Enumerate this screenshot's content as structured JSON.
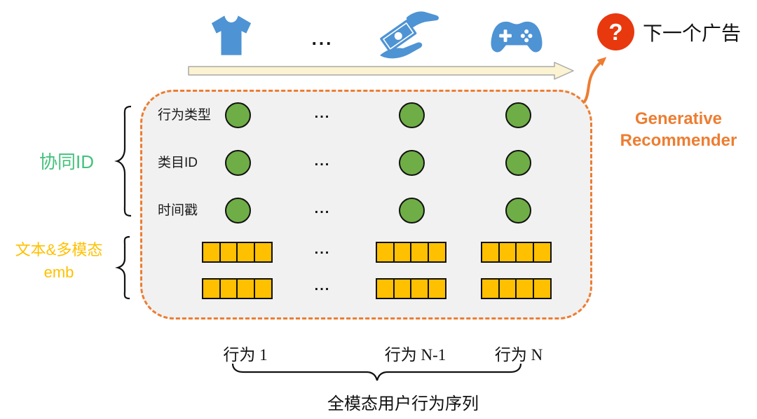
{
  "colors": {
    "icon_blue": "#4E93D4",
    "accent_orange": "#ED7D31",
    "circle_green": "#6FAE46",
    "collab_green": "#45C17C",
    "emb_gold": "#FFC000",
    "badge_red": "#E8380D",
    "timeline_arrow_fill": "#FBF3D1",
    "timeline_arrow_stroke": "#A9A9A9",
    "box_background": "#F1F1F1"
  },
  "top_row": {
    "icons": [
      "tshirt-icon",
      "payment-hand-icon",
      "gamepad-icon"
    ],
    "ellipsis": "...",
    "question_mark": "?",
    "next_ad_label": "下一个广告"
  },
  "recommender": {
    "line1": "Generative",
    "line2": "Recommender"
  },
  "left_labels": {
    "collaborative_id": "协同ID",
    "multimodal_line1": "文本&多模态",
    "multimodal_line2": "emb"
  },
  "sequence_box": {
    "row_labels": [
      "行为类型",
      "类目ID",
      "时间戳"
    ],
    "ellipsis": "...",
    "columns_shown": 3,
    "embedding_rows": 2,
    "embedding_cells_per_bar": 4
  },
  "bottom_labels": {
    "behaviors": [
      "行为 1",
      "行为 N-1",
      "行为 N"
    ],
    "sequence_caption": "全模态用户行为序列"
  }
}
